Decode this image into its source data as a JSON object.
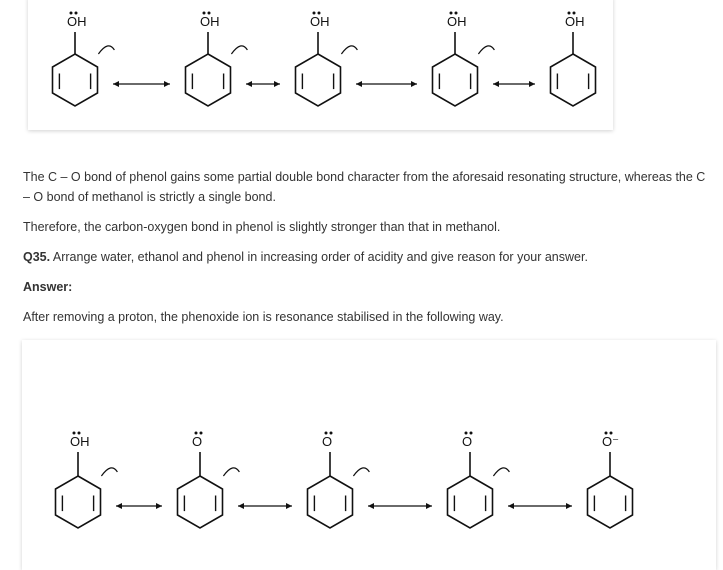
{
  "figure1": {
    "labels": [
      "OH",
      "OH",
      "OH",
      "OH",
      "OH"
    ]
  },
  "figure2": {
    "labels": [
      "OH",
      "O",
      "O",
      "O",
      "O⁻"
    ]
  },
  "paragraphs": {
    "p1": "The C – O bond of phenol gains some partial double bond character from the aforesaid resonating structure, whereas the C – O bond of methanol is strictly a single bond.",
    "p2": "Therefore, the carbon-oxygen bond in phenol is slightly stronger than that in methanol.",
    "q_label": "Q35.",
    "q_text": " Arrange water, ethanol and phenol in increasing order of acidity and give reason for your answer.",
    "answer": "Answer:",
    "p3": "After removing a proton, the phenoxide ion is resonance stabilised in the following way."
  }
}
